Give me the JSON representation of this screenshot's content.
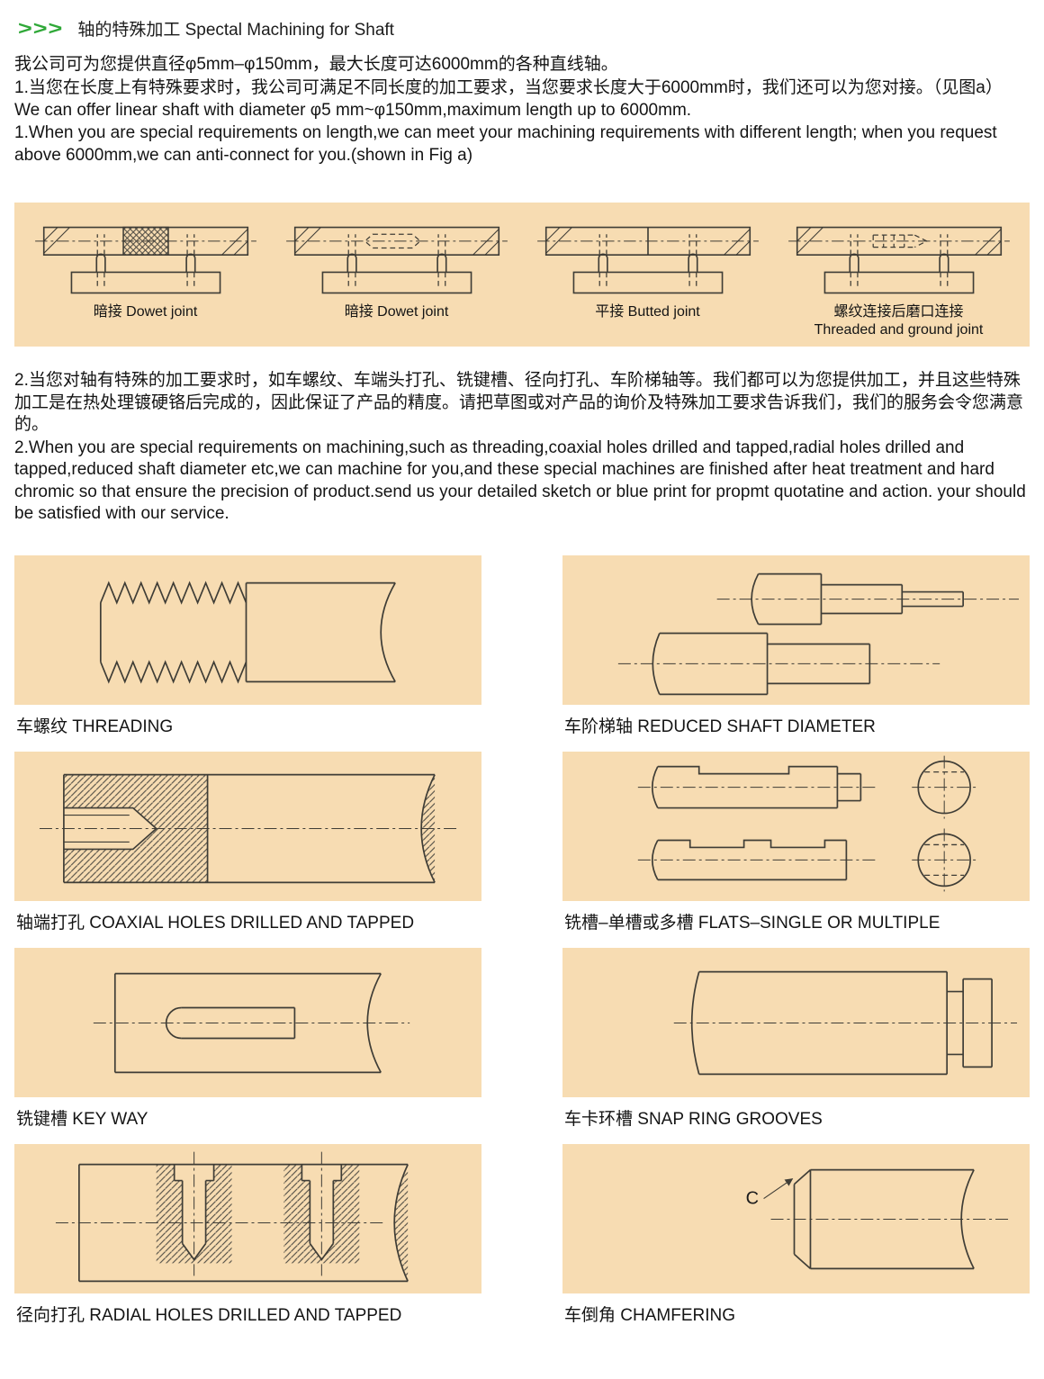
{
  "accent": {
    "green": "#2fa838",
    "beige": "#f7dcb2"
  },
  "header": {
    "chevrons": ">>>",
    "title": "轴的特殊加工 Spectal Machining for Shaft"
  },
  "intro": {
    "cn1": "我公司可为您提供直径φ5mm–φ150mm，最大长度可达6000mm的各种直线轴。",
    "cn2": "1.当您在长度上有特殊要求时，我公司可满足不同长度的加工要求，当您要求长度大于6000mm时，我们还可以为您对接。（见图a）",
    "en1": "We can offer linear shaft with diameter φ5 mm~φ150mm,maximum length up to 6000mm.",
    "en2": "1.When you are special requirements on length,we can meet your machining requirements with different length; when you request above 6000mm,we can anti-connect for you.(shown in Fig a)"
  },
  "joints": [
    {
      "label": "暗接 Dowet joint",
      "label2": ""
    },
    {
      "label": "暗接 Dowet joint",
      "label2": ""
    },
    {
      "label": "平接 Butted  joint",
      "label2": ""
    },
    {
      "label": "螺纹连接后磨口连接",
      "label2": "Threaded and ground joint"
    }
  ],
  "section2": {
    "cn": "2.当您对轴有特殊的加工要求时，如车螺纹、车端头打孔、铣键槽、径向打孔、车阶梯轴等。我们都可以为您提供加工，并且这些特殊加工是在热处理镀硬铬后完成的，因此保证了产品的精度。请把草图或对产品的询价及特殊加工要求告诉我们，我们的服务会令您满意的。",
    "en": "2.When you are special requirements on machining,such as threading,coaxial holes drilled and tapped,radial holes drilled and tapped,reduced shaft diameter etc,we can machine for you,and these special machines are finished after heat treatment and hard chromic so that ensure the precision of product.send us your detailed sketch or blue print for propmt quotatine and action. your should be satisfied with our service."
  },
  "panels": [
    {
      "caption": "车螺纹 THREADING"
    },
    {
      "caption": "车阶梯轴 REDUCED SHAFT DIAMETER"
    },
    {
      "caption": "轴端打孔 COAXIAL HOLES DRILLED AND TAPPED"
    },
    {
      "caption": "铣槽–单槽或多槽 FLATS–SINGLE OR MULTIPLE"
    },
    {
      "caption": "铣键槽 KEY WAY"
    },
    {
      "caption": "车卡环槽 SNAP RING GROOVES"
    },
    {
      "caption": "径向打孔 RADIAL HOLES DRILLED AND TAPPED"
    },
    {
      "caption": "车倒角 CHAMFERING"
    }
  ],
  "annotations": {
    "chamfer": "C"
  }
}
